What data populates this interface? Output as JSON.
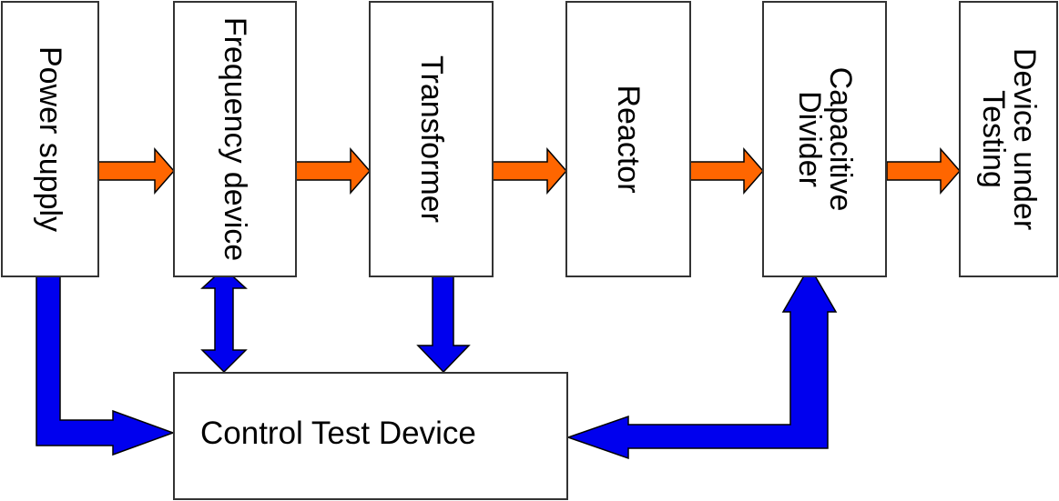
{
  "blocks": {
    "power_supply": "Power supply",
    "frequency_device": "Frequency device",
    "transformer": "Transformer",
    "reactor": "Reactor",
    "capacitive_divider": [
      "Capacitive",
      "Divider"
    ],
    "device_under_testing": [
      "Device under",
      "Testing"
    ],
    "control_test_device": "Control Test Device"
  },
  "colors": {
    "signal_arrow": "#ff6600",
    "control_arrow": "#0000ee",
    "arrow_outline": "#000000",
    "box_border": "#333333"
  }
}
